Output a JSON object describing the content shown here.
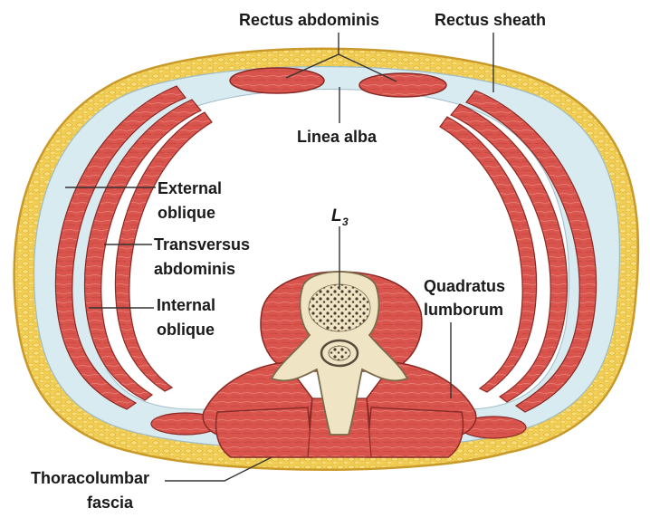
{
  "labels": {
    "rectus_abdominis": "Rectus abdominis",
    "rectus_sheath": "Rectus sheath",
    "linea_alba": "Linea alba",
    "external_oblique_1": "External",
    "external_oblique_2": "oblique",
    "transversus_1": "Transversus",
    "transversus_2": "abdominis",
    "internal_oblique_1": "Internal",
    "internal_oblique_2": "oblique",
    "vertebra_letter": "L",
    "vertebra_number": "3",
    "quadratus_1": "Quadratus",
    "quadratus_2": "lumborum",
    "thoracolumbar_1": "Thoracolumbar",
    "thoracolumbar_2": "fascia"
  },
  "colors": {
    "fat": "#f2cf52",
    "fat_edge": "#c99a2a",
    "fascia": "#d8ebf0",
    "muscle": "#d9544c",
    "muscle_edge": "#8a2a26",
    "bone": "#efe4c4",
    "bone_edge": "#7a6a4a",
    "marrow": "#5a4a3a",
    "leader": "#333333"
  }
}
